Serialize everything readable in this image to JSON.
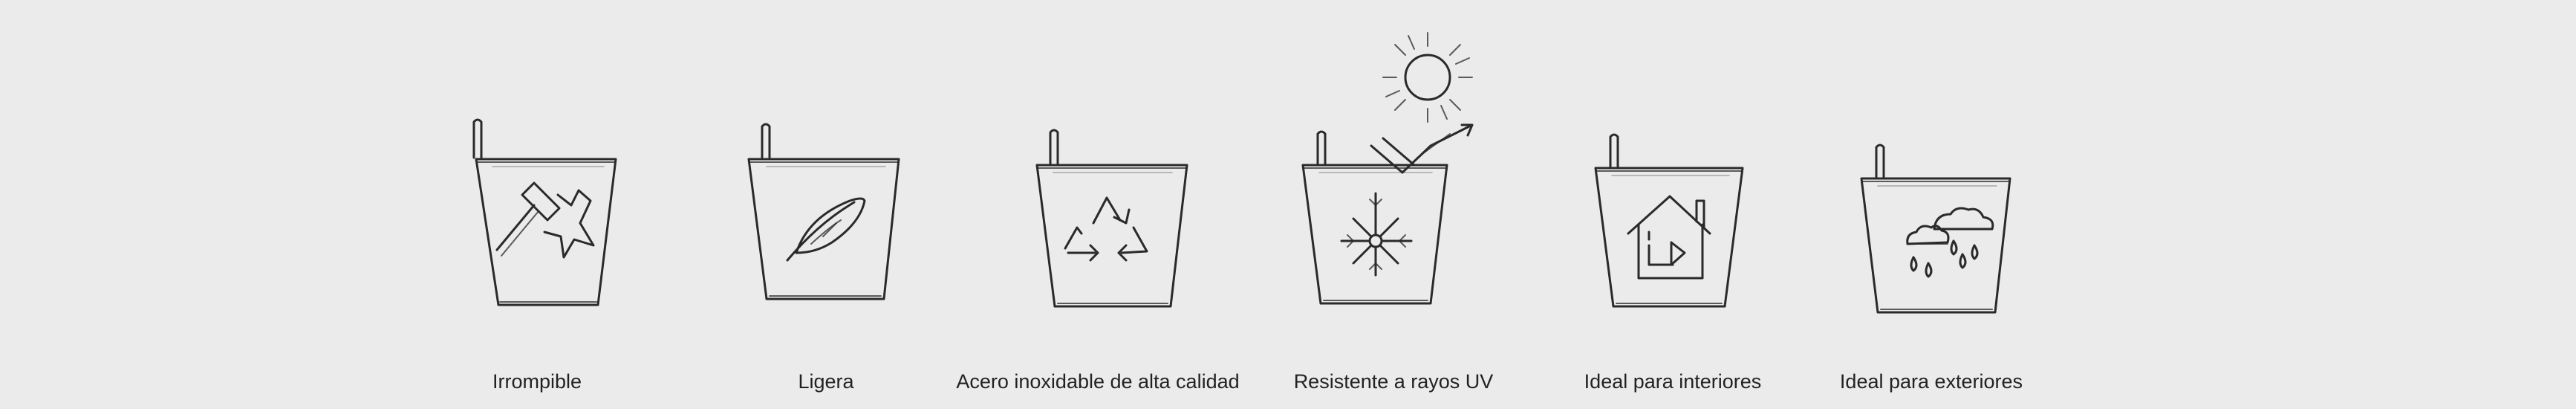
{
  "features": [
    {
      "label": "Irrompible",
      "icon": "hammer-break-icon"
    },
    {
      "label": "Ligera",
      "icon": "feather-icon"
    },
    {
      "label": "Acero inoxidable de alta calidad",
      "icon": "recycle-icon"
    },
    {
      "label": "Resistente a rayos UV",
      "icon": "sun-snowflake-icon"
    },
    {
      "label": "Ideal para interiores",
      "icon": "house-arrow-icon"
    },
    {
      "label": "Ideal para exteriores",
      "icon": "rain-cloud-icon"
    }
  ],
  "colors": {
    "background": "#ebebeb",
    "ink": "#2a2a2a",
    "text": "#222222"
  }
}
